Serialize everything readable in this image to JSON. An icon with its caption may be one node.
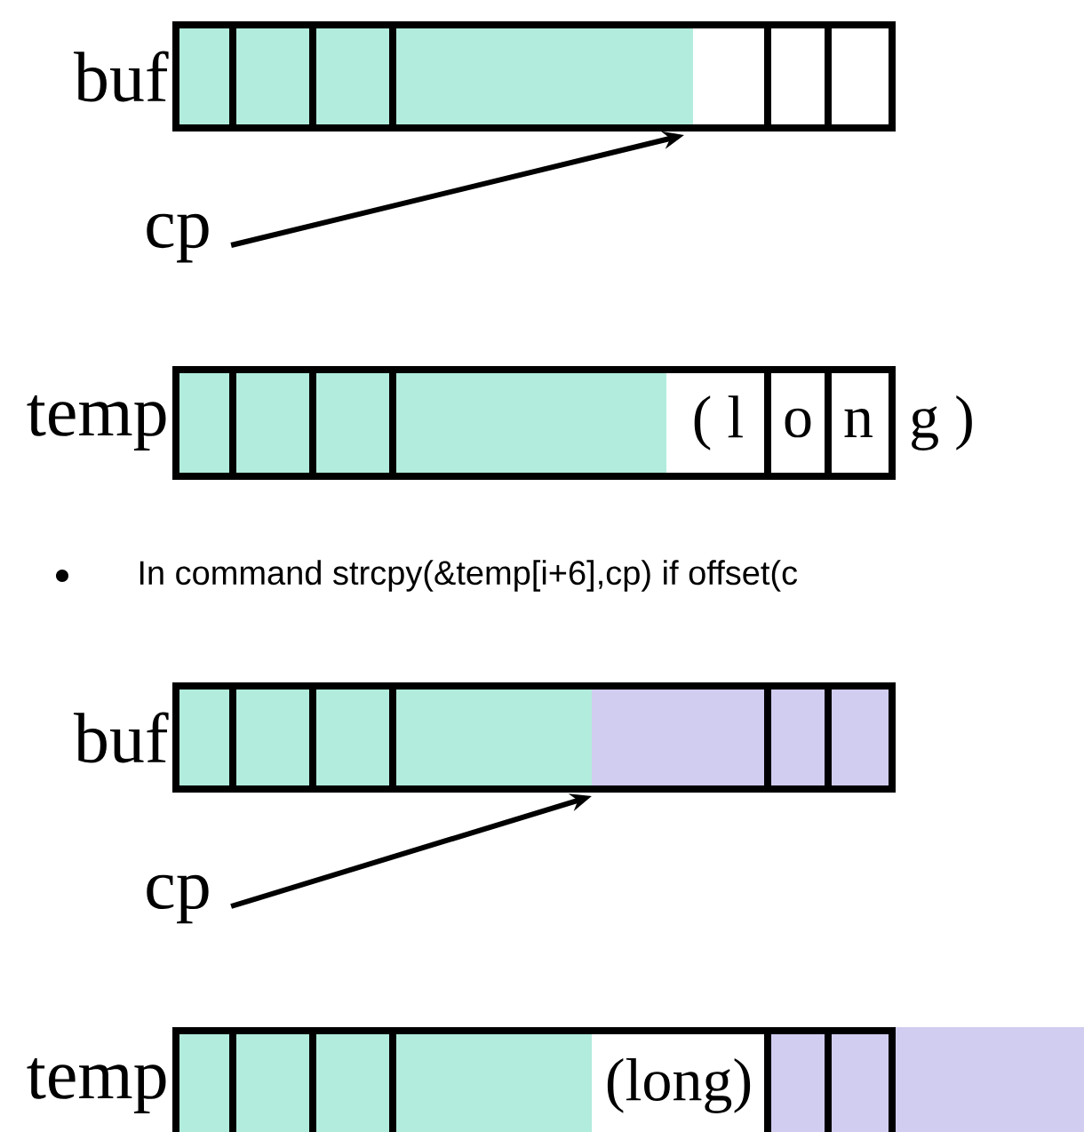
{
  "diagram": {
    "nodes": [
      {
        "text": [
          "buf"
        ]
      },
      {
        "text": [
          "cp"
        ]
      },
      {
        "text": [
          "temp",
          "( l",
          "o",
          "n",
          "g )"
        ]
      },
      {
        "text": [
          "buf"
        ]
      },
      {
        "text": [
          "cp"
        ]
      },
      {
        "text": [
          "temp",
          "(long)"
        ]
      }
    ],
    "edges": [
      {
        "from": 1,
        "to": 0,
        "arrow": "to"
      },
      {
        "from": 4,
        "to": 3,
        "arrow": "to"
      }
    ],
    "labels": [
      "In command strcpy(&temp[i+6],cp) if offset(c"
    ]
  }
}
